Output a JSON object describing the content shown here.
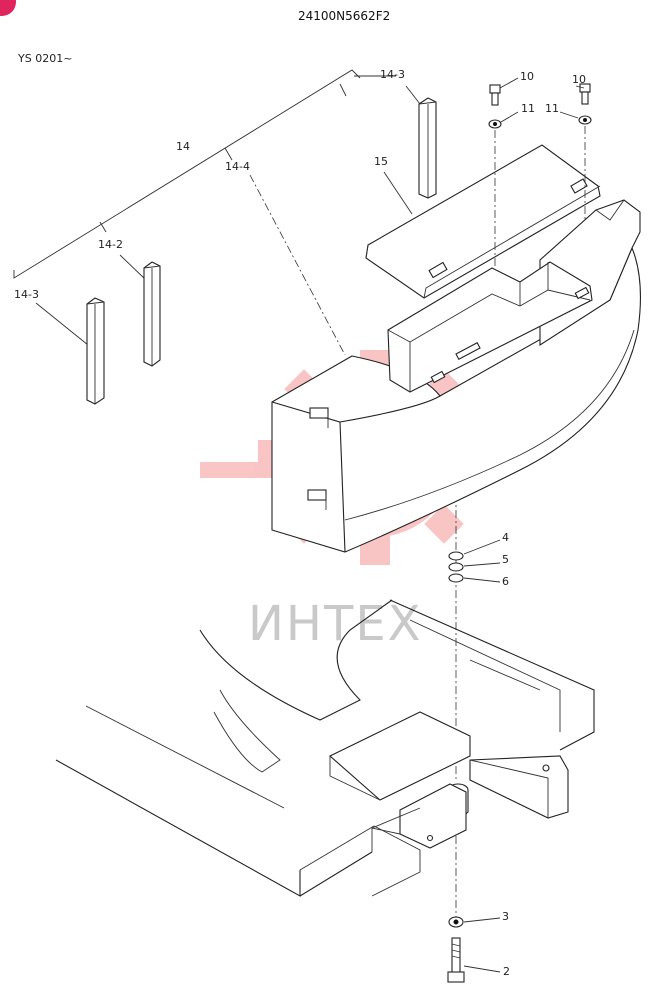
{
  "header": {
    "part_number": "24100N5662F2",
    "serial_range": "YS 0201~"
  },
  "watermark": {
    "text": "ИНТЕХ",
    "color": "#f05a5a"
  },
  "callouts": {
    "c14": "14",
    "c14_2": "14-2",
    "c14_3_left": "14-3",
    "c14_3_top": "14-3",
    "c14_4": "14-4",
    "c15": "15",
    "c10_left": "10",
    "c10_right": "10",
    "c11_left": "11",
    "c11_right": "11",
    "c4": "4",
    "c5": "5",
    "c6": "6",
    "c3": "3",
    "c2": "2"
  }
}
